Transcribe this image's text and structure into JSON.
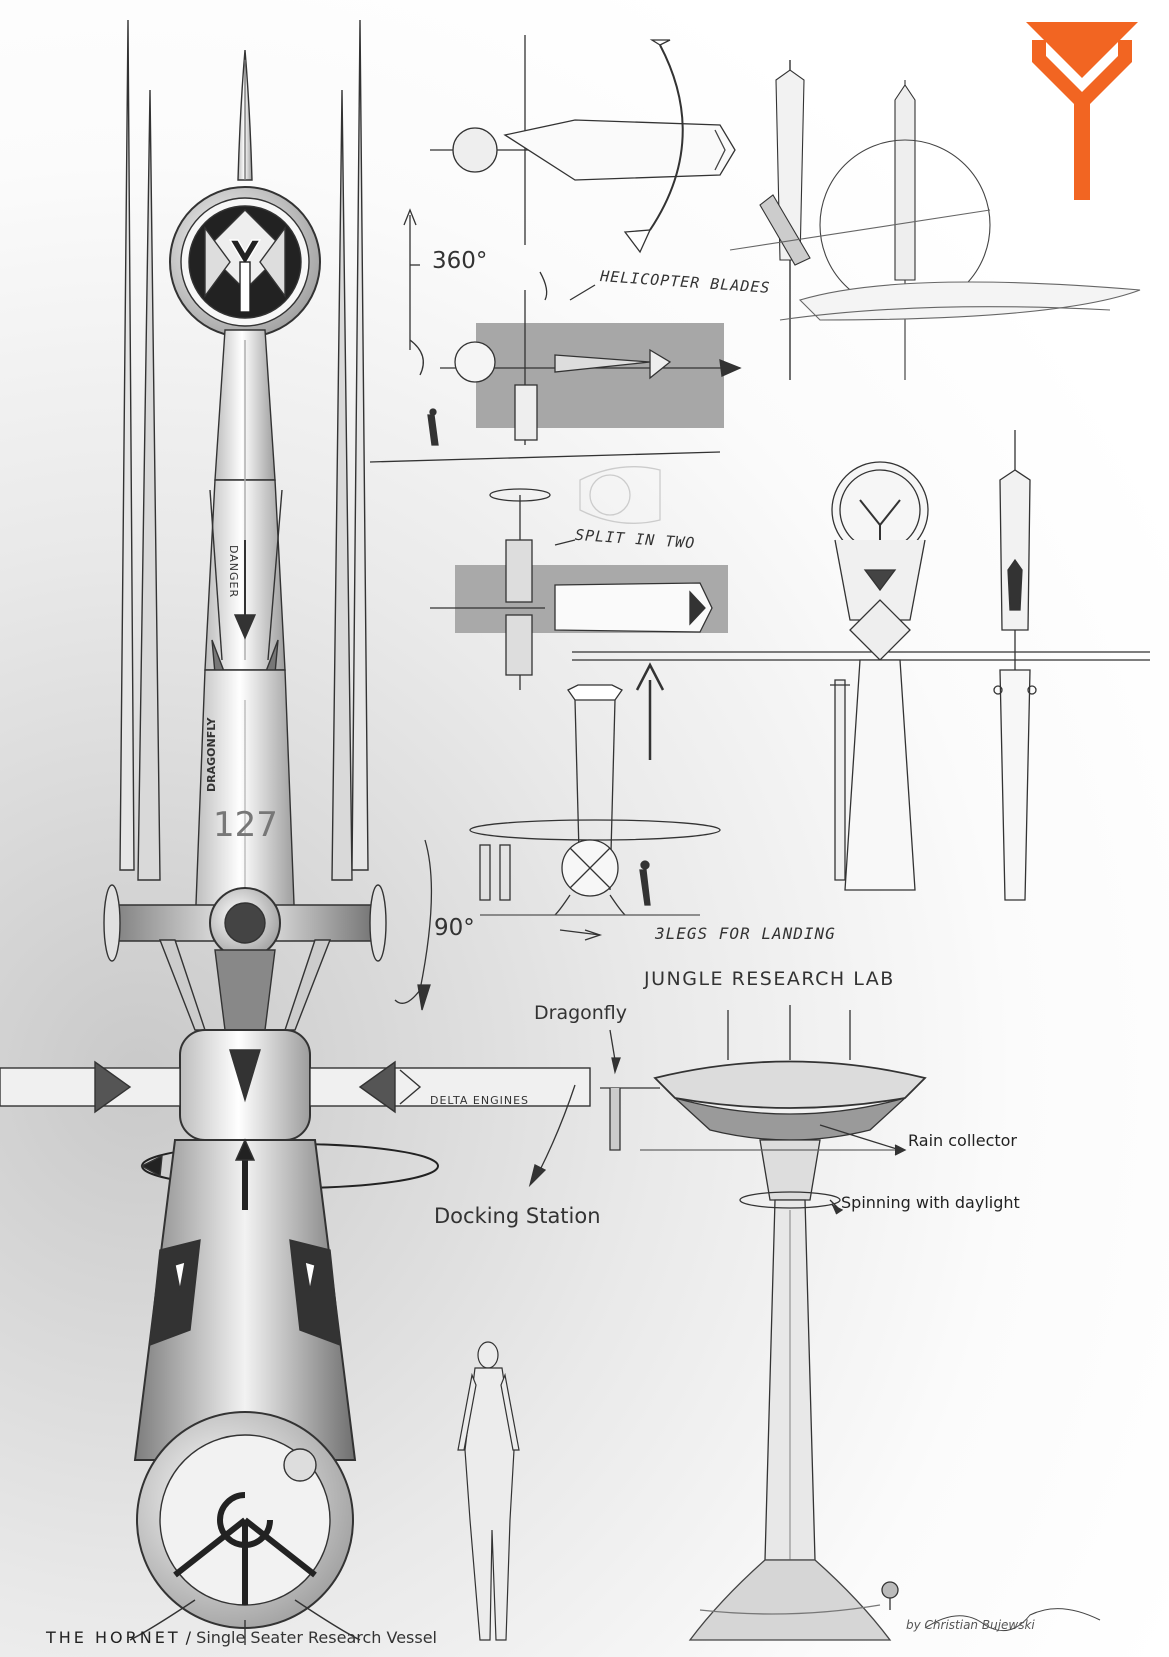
{
  "annotations": {
    "angle_top": "360°",
    "angle_bottom": "90°",
    "helicopter_blades": "HELICOPTER BLADES",
    "split_in_two": "SPLIT IN TWO",
    "legs_for_landing": "3LEGS FOR LANDING",
    "jungle_research_lab": "JUNGLE RESEARCH LAB",
    "dragonfly": "Dragonfly",
    "docking_station": "Docking Station",
    "rain_collector": "Rain collector",
    "spinning_with_daylight": "Spinning with daylight"
  },
  "vessel_markings": {
    "hull_name": "DRAGONFLY",
    "hull_number": "127",
    "danger": "DANGER",
    "engines": "DELTA ENGINES"
  },
  "footer": {
    "title": "THE HORNET",
    "separator": " / ",
    "subtitle": "Single Seater Research Vessel"
  },
  "signature": "by Christian Bujewski",
  "brand": {
    "accent_color": "#F26522",
    "logo_icon": "y-logo-icon"
  }
}
